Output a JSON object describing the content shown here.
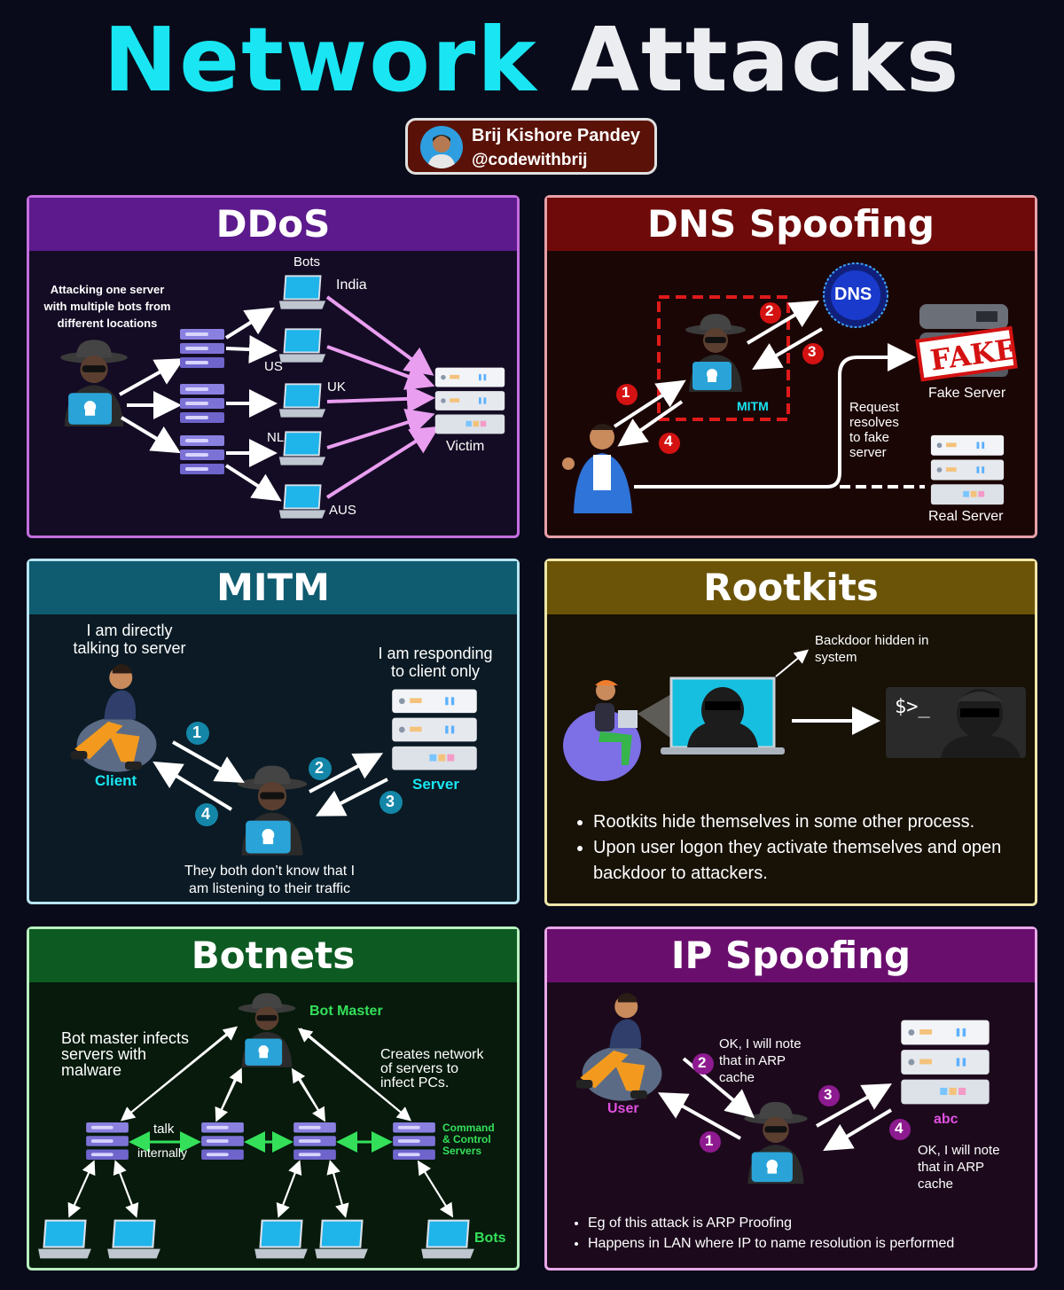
{
  "title": {
    "word1": "Network",
    "word2": "Attacks"
  },
  "author": {
    "name": "Brij Kishore Pandey",
    "handle": "@codewithbrij"
  },
  "colors": {
    "cyan": "#19e6f2",
    "ddos": "#5c1a8c",
    "dns": "#6e0a0a",
    "mitm": "#0f5b70",
    "rootkits": "#6b5408",
    "botnets": "#0d5a22",
    "ipspoof": "#6a0e6e"
  },
  "ddos": {
    "title": "DDoS",
    "note": [
      "Attacking one server",
      "with multiple bots from",
      "different locations"
    ],
    "bots_label": "Bots",
    "locations": [
      "India",
      "US",
      "UK",
      "NL",
      "AUS"
    ],
    "victim": "Victim"
  },
  "dns": {
    "title": "DNS Spoofing",
    "dns_label": "DNS",
    "mitm_label": "MITM",
    "fake_stamp": "FAKE",
    "fake_server": "Fake Server",
    "real_server": "Real Server",
    "request_note": [
      "Request",
      "resolves",
      "to fake",
      "server"
    ],
    "steps": [
      "1",
      "2",
      "3",
      "4"
    ]
  },
  "mitm": {
    "title": "MITM",
    "client_quote": [
      "I am directly",
      "talking to server"
    ],
    "server_quote": [
      "I am responding",
      "to client only"
    ],
    "client": "Client",
    "server": "Server",
    "bottom": [
      "They both don’t know that I",
      "am listening to their traffic"
    ],
    "steps": [
      "1",
      "2",
      "3",
      "4"
    ]
  },
  "rootkits": {
    "title": "Rootkits",
    "backdoor": [
      "Backdoor hidden in",
      "system"
    ],
    "prompt": "$>_",
    "bullets": [
      "Rootkits hide themselves in some other process.",
      "Upon user logon they activate themselves and open backdoor to attackers."
    ]
  },
  "botnets": {
    "title": "Botnets",
    "bot_master": "Bot Master",
    "left_note": [
      "Bot master infects",
      "servers with",
      "malware"
    ],
    "right_note": [
      "Creates network",
      "of servers to",
      "infect PCs."
    ],
    "talk": "talk",
    "internally": "internally",
    "cnc": [
      "Command",
      "& Control",
      "Servers"
    ],
    "bots": "Bots"
  },
  "ipspoof": {
    "title": "IP Spoofing",
    "user": "User",
    "abc": "abc",
    "note_top": [
      "OK, I will note",
      "that in ARP",
      "cache"
    ],
    "note_bottom": [
      "OK, I will note",
      "that in ARP",
      "cache"
    ],
    "bullets": [
      "Eg of this attack is ARP Proofing",
      "Happens in LAN where IP to name resolution is performed"
    ],
    "steps": [
      "1",
      "2",
      "3",
      "4"
    ]
  }
}
